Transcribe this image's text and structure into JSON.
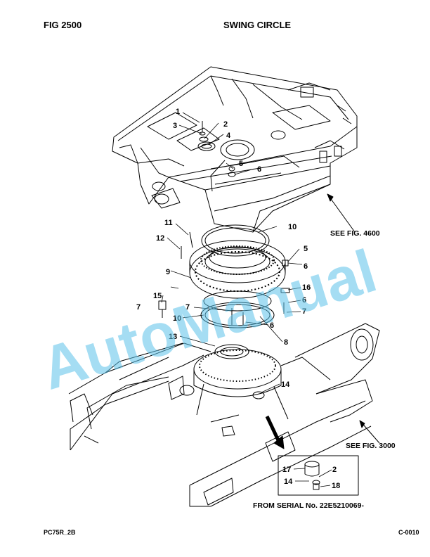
{
  "header": {
    "fig_number": "FIG    2500",
    "title": "SWING CIRCLE"
  },
  "footer": {
    "left": "PC75R_2B",
    "right": "C-0010"
  },
  "references": {
    "upper": "SEE FIG. 4600",
    "lower": "SEE FIG. 3000",
    "serial_note": "FROM SERIAL No. 22E5210069-"
  },
  "callouts": {
    "c1": "1",
    "c2": "2",
    "c3": "3",
    "c4": "4",
    "c5a": "5",
    "c6a": "6",
    "c11": "11",
    "c10a": "10",
    "c12": "12",
    "c5b": "5",
    "c6b": "6",
    "c9": "9",
    "c16": "16",
    "c15": "15",
    "c6c": "6",
    "c7a": "7",
    "c7b": "7",
    "c7c": "7",
    "c10b": "10",
    "c6d": "6",
    "c8": "8",
    "c13": "13",
    "c14": "14",
    "c17": "17",
    "c2b": "2",
    "c14b": "14",
    "c18": "18"
  },
  "watermark": "AutoManual"
}
